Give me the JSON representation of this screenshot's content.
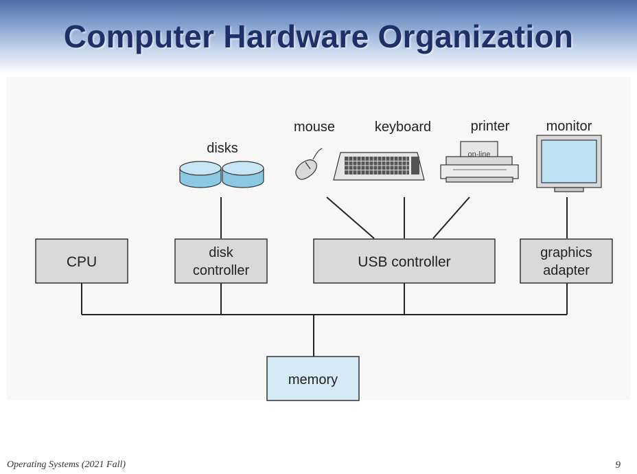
{
  "slide": {
    "title": "Computer Hardware Organization",
    "course": "Operating Systems (2021 Fall)",
    "page_number": "9"
  },
  "devices": {
    "disks": "disks",
    "mouse": "mouse",
    "keyboard": "keyboard",
    "printer": "printer",
    "printer_screen": "on-line",
    "monitor": "monitor"
  },
  "components": {
    "cpu": "CPU",
    "disk_controller": [
      "disk",
      "controller"
    ],
    "usb_controller": "USB controller",
    "graphics_adapter": [
      "graphics",
      "adapter"
    ],
    "memory": "memory"
  },
  "colors": {
    "title": "#1f3067",
    "box_fill": "#d9d9d9",
    "memory_fill": "#d4eaf5",
    "disk_fill": "#a8d6ec"
  }
}
